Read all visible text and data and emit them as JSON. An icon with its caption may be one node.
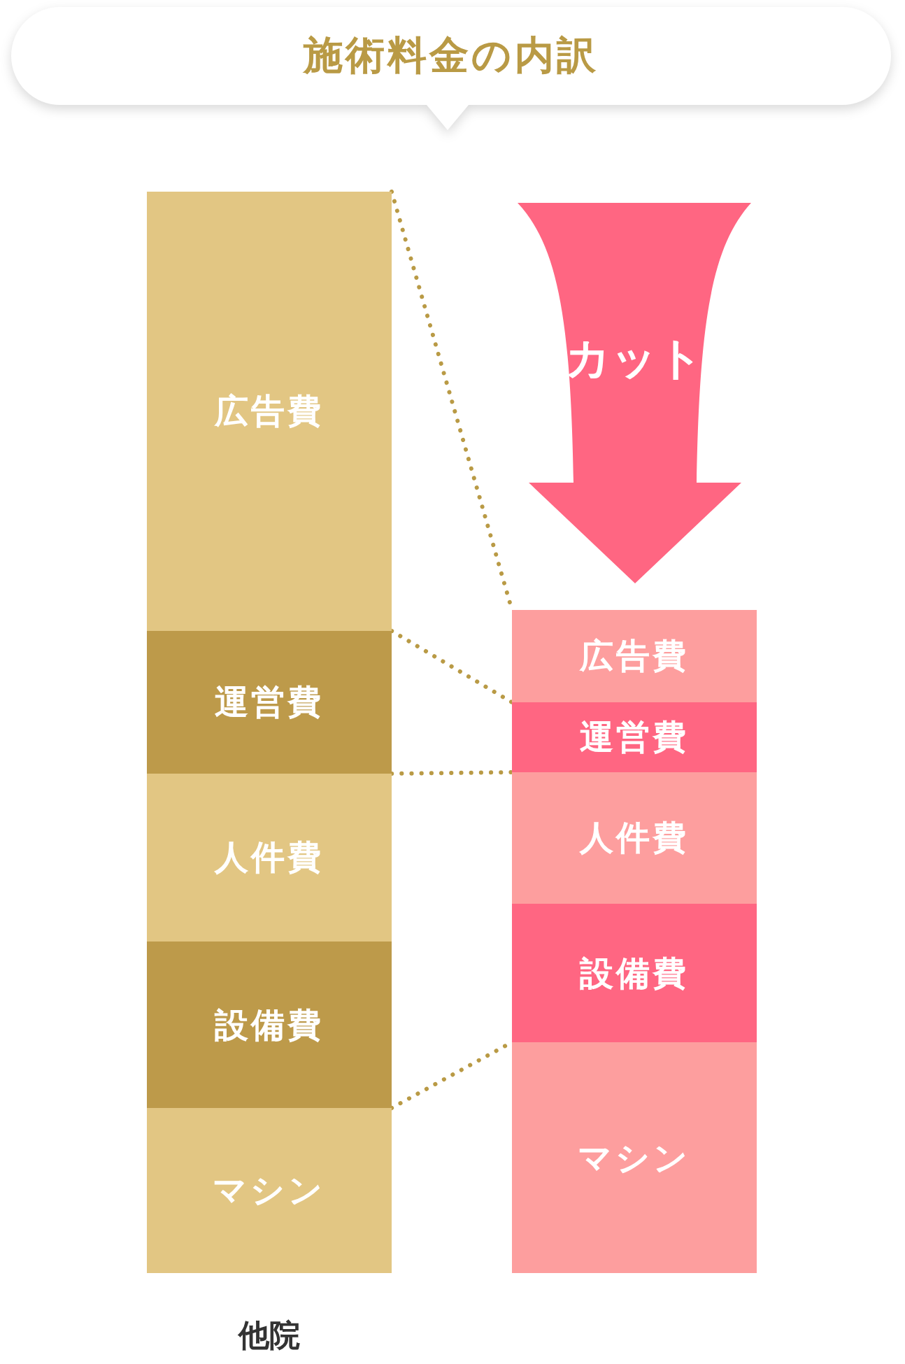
{
  "diagram": {
    "title": "施術料金の内訳",
    "nodes": [
      {
        "text": [
          "広告費"
        ]
      },
      {
        "text": [
          "運営費"
        ]
      },
      {
        "text": [
          "人件費"
        ]
      },
      {
        "text": [
          "設備費"
        ]
      },
      {
        "text": [
          "マシン"
        ]
      },
      {
        "text": [
          "カット"
        ]
      },
      {
        "text": [
          "広告費"
        ]
      },
      {
        "text": [
          "運営費"
        ]
      },
      {
        "text": [
          "人件費"
        ]
      },
      {
        "text": [
          "設備費"
        ]
      },
      {
        "text": [
          "マシン"
        ]
      }
    ],
    "edges": [
      {
        "from": 0,
        "to": 6,
        "arrow": "none",
        "style": "dashed"
      },
      {
        "from": 1,
        "to": 7,
        "arrow": "none",
        "style": "dashed"
      },
      {
        "from": 2,
        "to": 8,
        "arrow": "none",
        "style": "dashed"
      },
      {
        "from": 3,
        "to": 9,
        "arrow": "none",
        "style": "dashed"
      }
    ],
    "labels": [
      "他院"
    ]
  }
}
